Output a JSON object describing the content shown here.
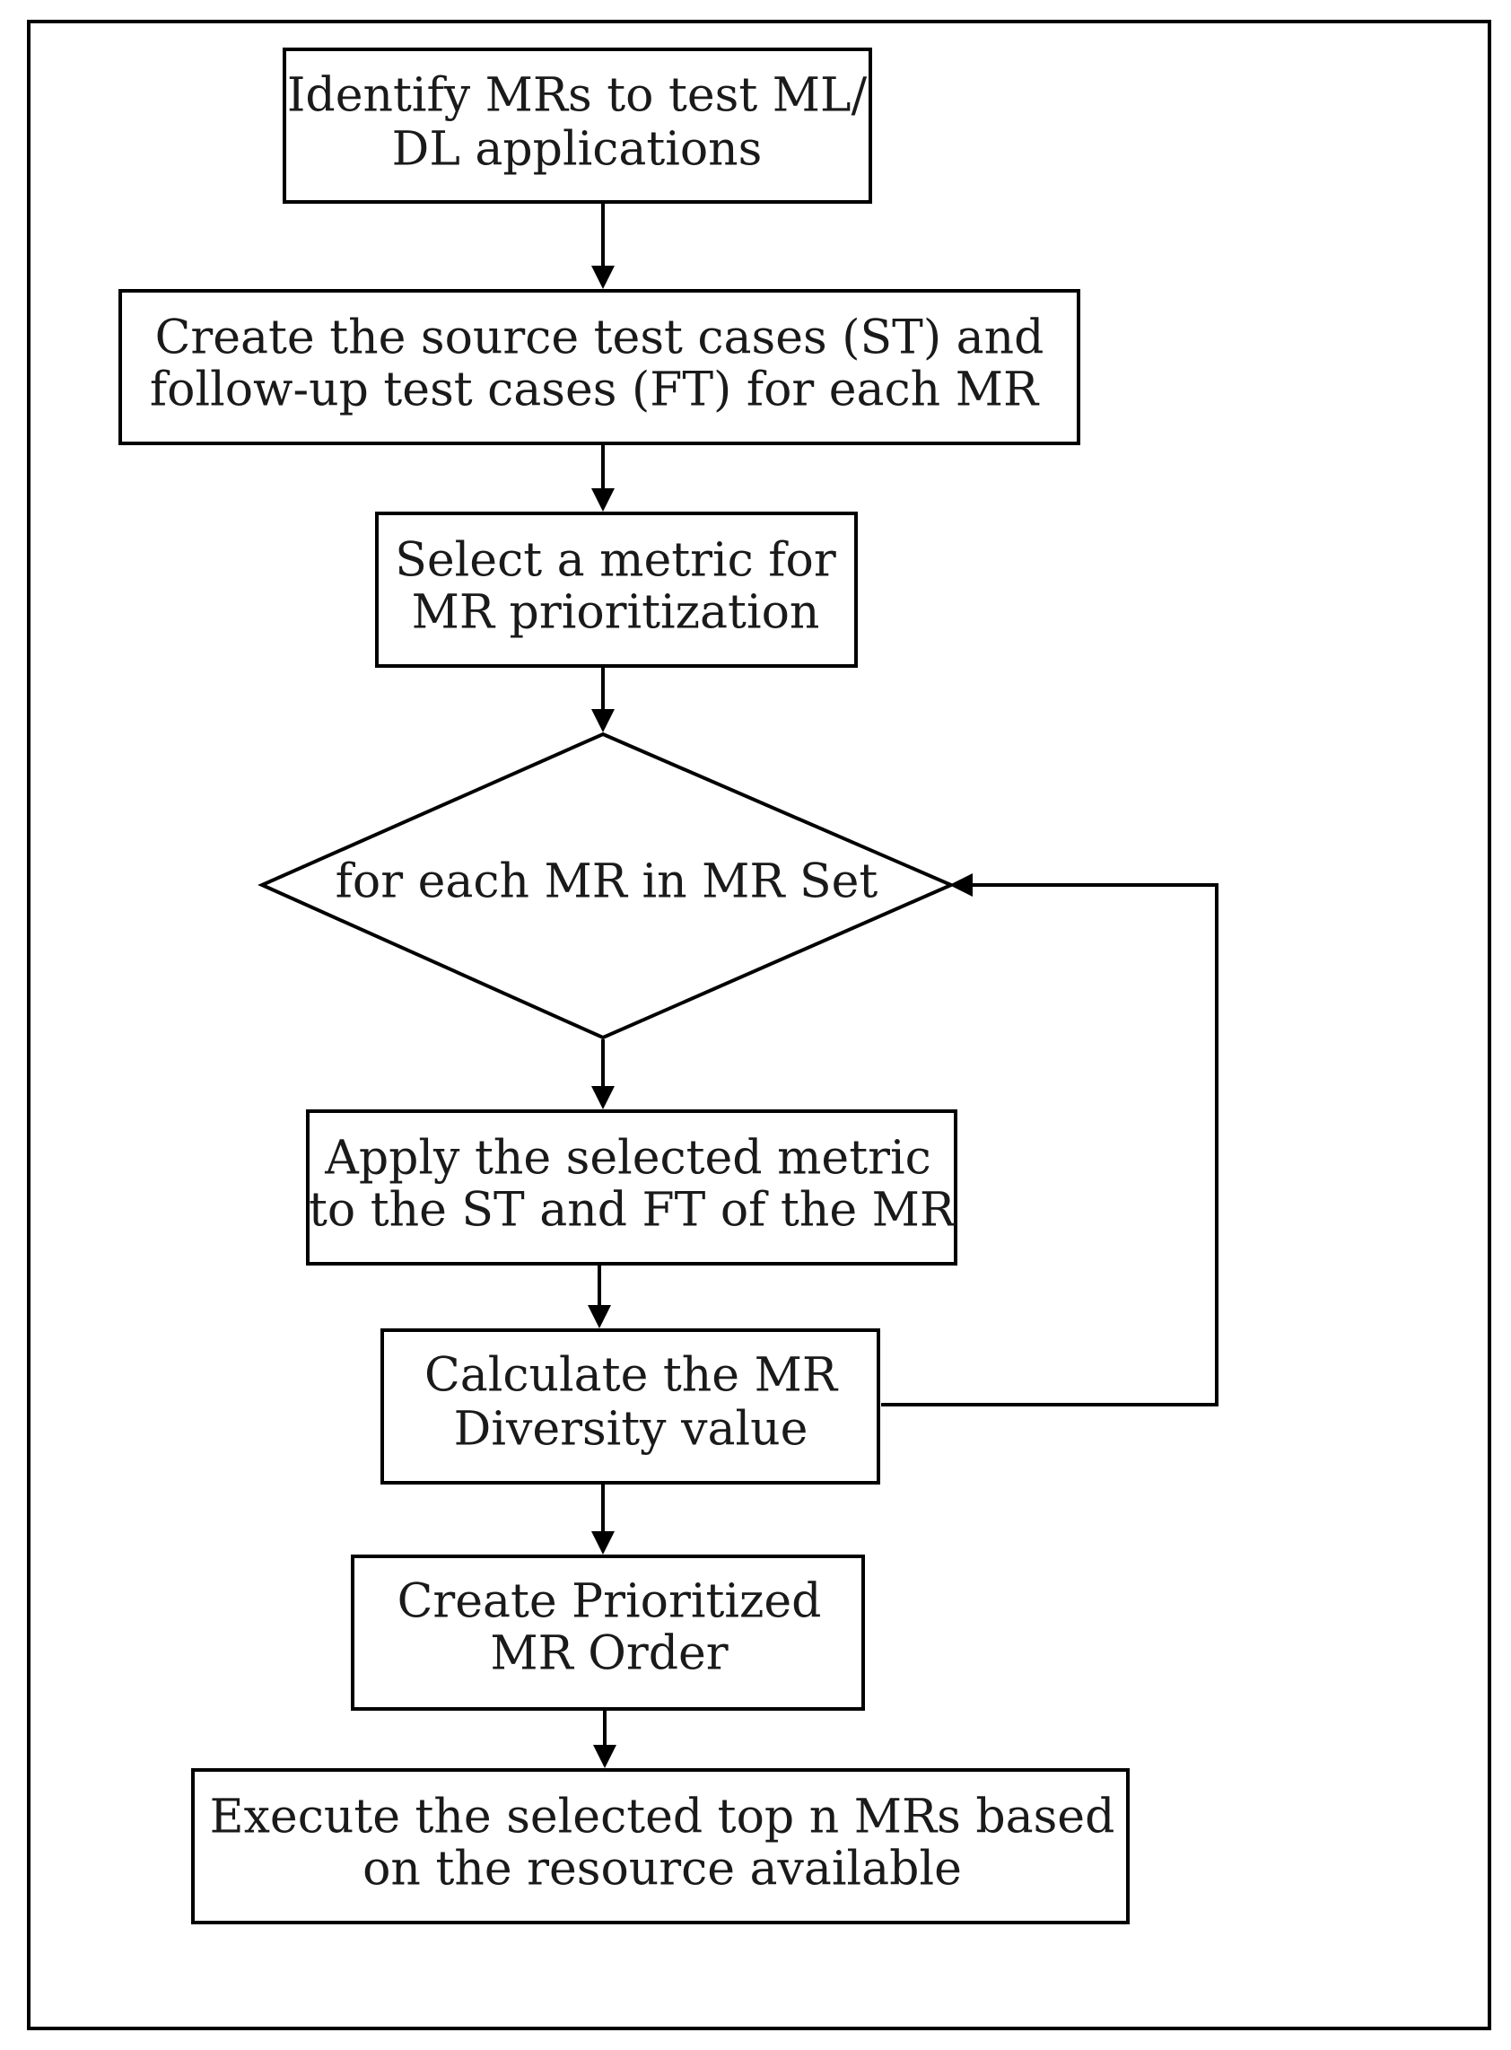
{
  "diagram": {
    "nodes": {
      "identify": {
        "line1": "Identify MRs to test ML/",
        "line2": "DL applications"
      },
      "create_tests": {
        "line1": "Create the source test cases (ST) and",
        "line2": "follow-up test cases (FT) for each MR"
      },
      "select_metric": {
        "line1": "Select a metric for",
        "line2": "MR prioritization"
      },
      "loop": {
        "label": "for each MR in MR Set"
      },
      "apply_metric": {
        "line1": "Apply the selected metric",
        "line2": "to the ST and FT of the MR"
      },
      "calc_diversity": {
        "line1": "Calculate the MR",
        "line2": "Diversity value"
      },
      "create_order": {
        "line1": "Create Prioritized",
        "line2": "MR Order"
      },
      "execute": {
        "line1": "Execute the selected top n MRs based",
        "line2": "on the resource available"
      }
    }
  }
}
